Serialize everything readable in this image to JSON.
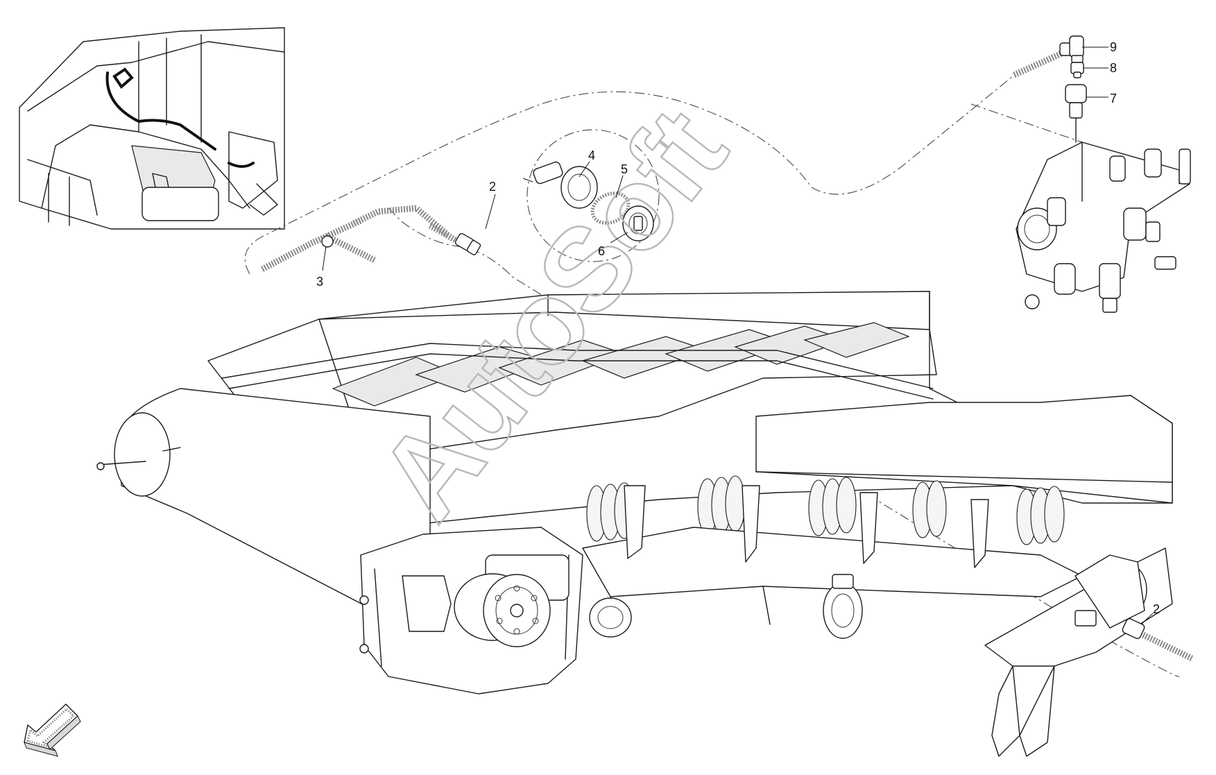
{
  "watermark": "AutoSoft",
  "callouts": {
    "c1": "2",
    "c2": "3",
    "c3": "4",
    "c4": "5",
    "c5": "6",
    "c6": "2",
    "c7": "9",
    "c8": "8",
    "c9": "7"
  },
  "icons": {
    "direction_arrow": "direction-arrow-icon"
  }
}
